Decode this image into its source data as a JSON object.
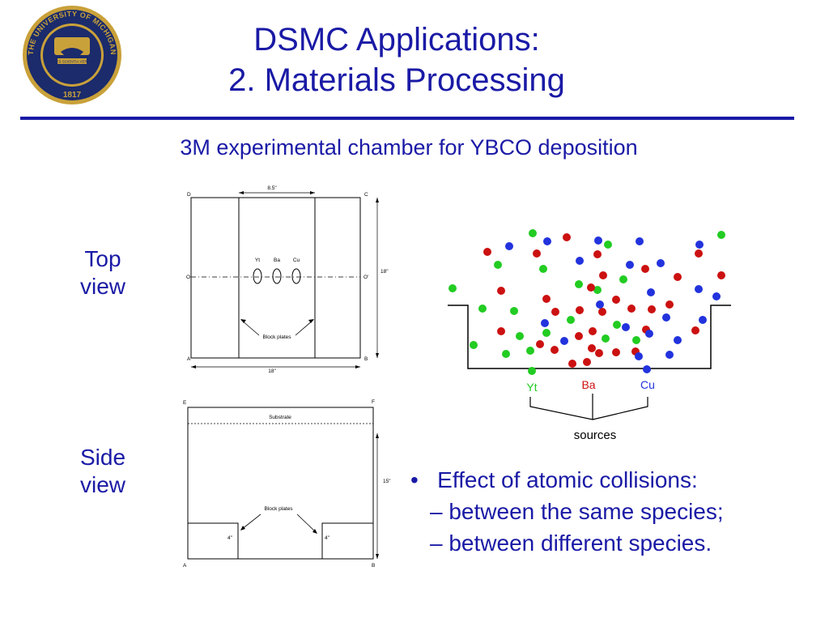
{
  "header": {
    "title_line1": "DSMC Applications:",
    "title_line2": "2. Materials Processing",
    "seal_text_top": "THE UNIVERSITY OF MICHIGAN",
    "seal_year": "1817",
    "seal_banner": "ARTES SCIENTIA VERITAS"
  },
  "subtitle": "3M experimental chamber for YBCO deposition",
  "top_view": {
    "label_line1": "Top",
    "label_line2": "view",
    "dim_top": "8.5\"",
    "dim_right": "18\"",
    "dim_bottom": "18\"",
    "corner_d": "D",
    "corner_c": "C",
    "corner_a": "A",
    "corner_b": "B",
    "axis_left": "O",
    "axis_right": "O'",
    "source_yt": "Yt",
    "source_ba": "Ba",
    "source_cu": "Cu",
    "block_plates": "Block plates"
  },
  "side_view": {
    "label_line1": "Side",
    "label_line2": "view",
    "substrate": "Substrate",
    "dim_right": "15\"",
    "block_plates": "Block plates",
    "dim_left_block": "4\"",
    "dim_right_block": "4\"",
    "corner_e": "E",
    "corner_f": "F",
    "corner_a": "A",
    "corner_b": "B"
  },
  "particles": {
    "label_yt": "Yt",
    "label_ba": "Ba",
    "label_cu": "Cu",
    "label_sources": "sources",
    "colors": {
      "yt": "#22cc22",
      "ba": "#cc1111",
      "cu": "#2233dd"
    }
  },
  "bullets": {
    "main": "Effect of atomic collisions:",
    "sub1": "– between the same species;",
    "sub2": "– between different species."
  }
}
